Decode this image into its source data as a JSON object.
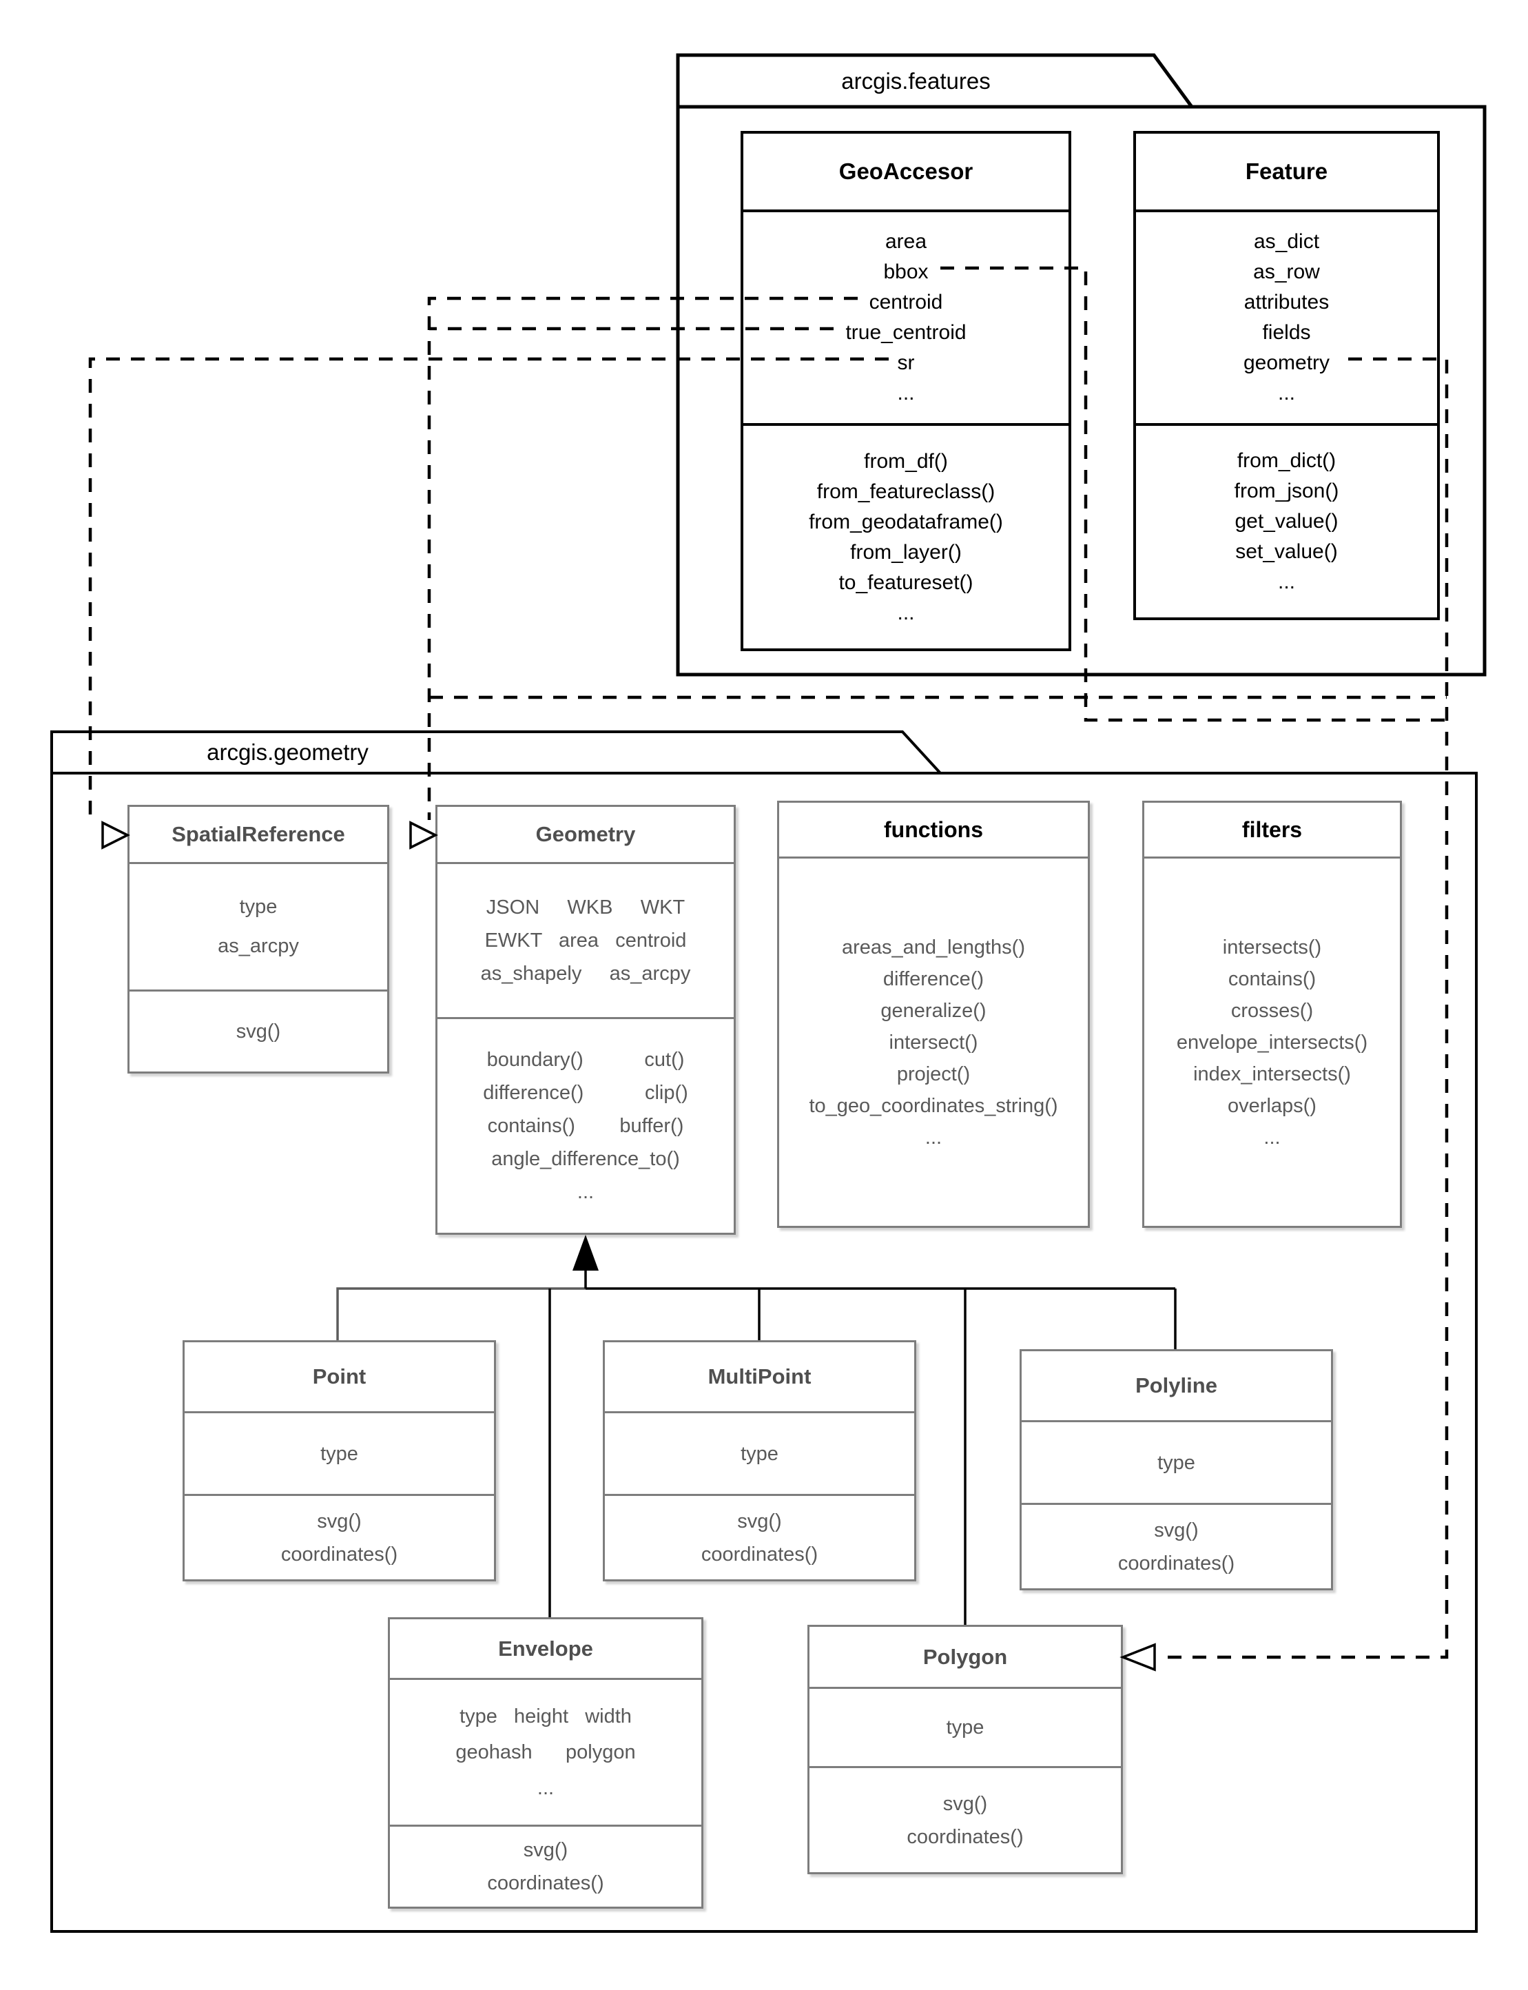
{
  "packages": {
    "features": {
      "title": "arcgis.features",
      "classes": {
        "geoaccesor": {
          "title": "GeoAccesor",
          "attributes": [
            "area",
            "bbox",
            "centroid",
            "true_centroid",
            "sr",
            "..."
          ],
          "methods": [
            "from_df()",
            "from_featureclass()",
            "from_geodataframe()",
            "from_layer()",
            "to_featureset()",
            "..."
          ]
        },
        "feature": {
          "title": "Feature",
          "attributes": [
            "as_dict",
            "as_row",
            "attributes",
            "fields",
            "geometry",
            "..."
          ],
          "methods": [
            "from_dict()",
            "from_json()",
            "get_value()",
            "set_value()",
            "..."
          ]
        }
      }
    },
    "geometry": {
      "title": "arcgis.geometry",
      "classes": {
        "spatial_reference": {
          "title": "SpatialReference",
          "attributes": [
            "type",
            "as_arcpy"
          ],
          "methods": [
            "svg()"
          ]
        },
        "geometry": {
          "title": "Geometry",
          "attributes": [
            "JSON     WKB     WKT",
            "EWKT   area   centroid",
            "as_shapely     as_arcpy"
          ],
          "methods": [
            "boundary()           cut()",
            "difference()           clip()",
            "contains()        buffer()",
            "angle_difference_to()",
            "..."
          ]
        },
        "functions": {
          "title": "functions",
          "methods": [
            "areas_and_lengths()",
            "difference()",
            "generalize()",
            "intersect()",
            "project()",
            "to_geo_coordinates_string()",
            "..."
          ]
        },
        "filters": {
          "title": "filters",
          "methods": [
            "intersects()",
            "contains()",
            "crosses()",
            "envelope_intersects()",
            "index_intersects()",
            "overlaps()",
            "..."
          ]
        },
        "point": {
          "title": "Point",
          "attributes": [
            "type"
          ],
          "methods": [
            "svg()",
            "coordinates()"
          ]
        },
        "multipoint": {
          "title": "MultiPoint",
          "attributes": [
            "type"
          ],
          "methods": [
            "svg()",
            "coordinates()"
          ]
        },
        "polyline": {
          "title": "Polyline",
          "attributes": [
            "type"
          ],
          "methods": [
            "svg()",
            "coordinates()"
          ]
        },
        "envelope": {
          "title": "Envelope",
          "attributes": [
            "type   height   width",
            "geohash      polygon",
            "..."
          ],
          "methods": [
            "svg()",
            "coordinates()"
          ]
        },
        "polygon": {
          "title": "Polygon",
          "attributes": [
            "type"
          ],
          "methods": [
            "svg()",
            "coordinates()"
          ]
        }
      }
    }
  },
  "colors": {
    "background": "#ffffff",
    "features_line": "#000000",
    "geometry_line": "#7d7d7d",
    "geometry_text": "#595959",
    "inheritance_gray": "#5c5c5c"
  }
}
